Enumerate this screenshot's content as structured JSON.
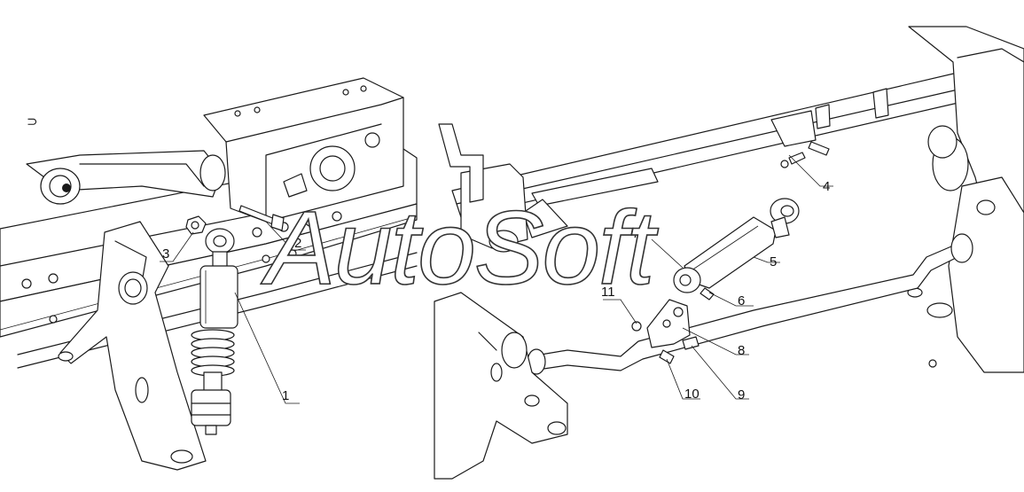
{
  "watermark": "AutoSoft",
  "left_view_mark": "⊃",
  "callouts": [
    "1",
    "2",
    "3",
    "4",
    "5",
    "6",
    "7",
    "8",
    "9",
    "10",
    "11"
  ]
}
